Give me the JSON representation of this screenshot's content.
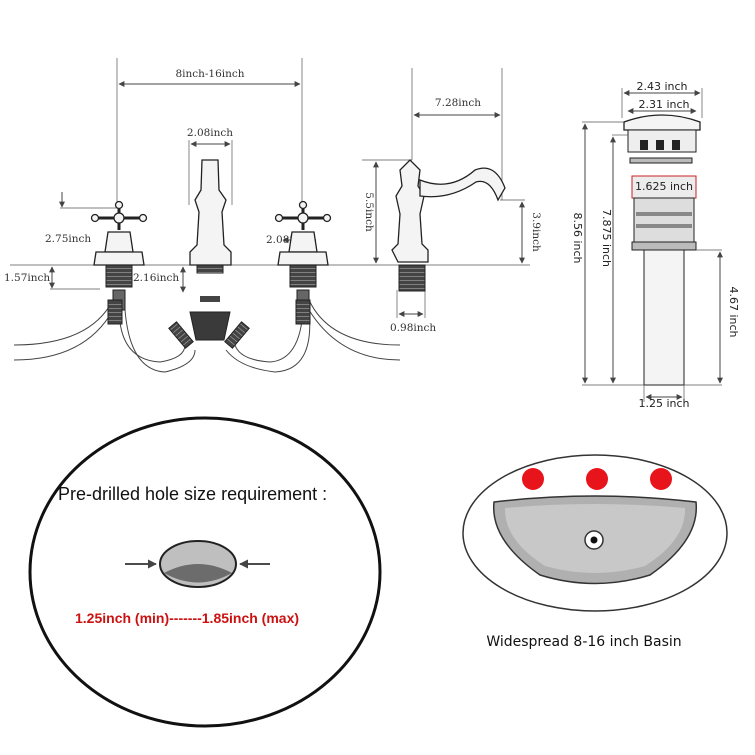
{
  "faucet": {
    "spread": "8inch-16inch",
    "spout_base": "2.08inch",
    "handle_base": "2.08inch",
    "spout_reach": "7.28inch",
    "handle_height": "2.75inch",
    "spout_height": "5.5inch",
    "spout_clearance": "3.9inch",
    "shank_length": "1.57inch",
    "body_height": "2.16inch",
    "shank_diameter": "0.98inch"
  },
  "drain": {
    "cap_width": "2.43 inch",
    "cap_inner": "2.31 inch",
    "body_width": "1.625 inch",
    "total_height": "8.56 inch",
    "upper_height": "7.875 inch",
    "pipe_height": "4.67 inch",
    "pipe_diameter": "1.25 inch"
  },
  "hole": {
    "title": "Pre-drilled hole size requirement :",
    "range": "1.25inch (min)-------1.85inch (max)"
  },
  "basin": {
    "caption": "Widespread 8-16 inch Basin",
    "hole_color": "#e8141b"
  }
}
